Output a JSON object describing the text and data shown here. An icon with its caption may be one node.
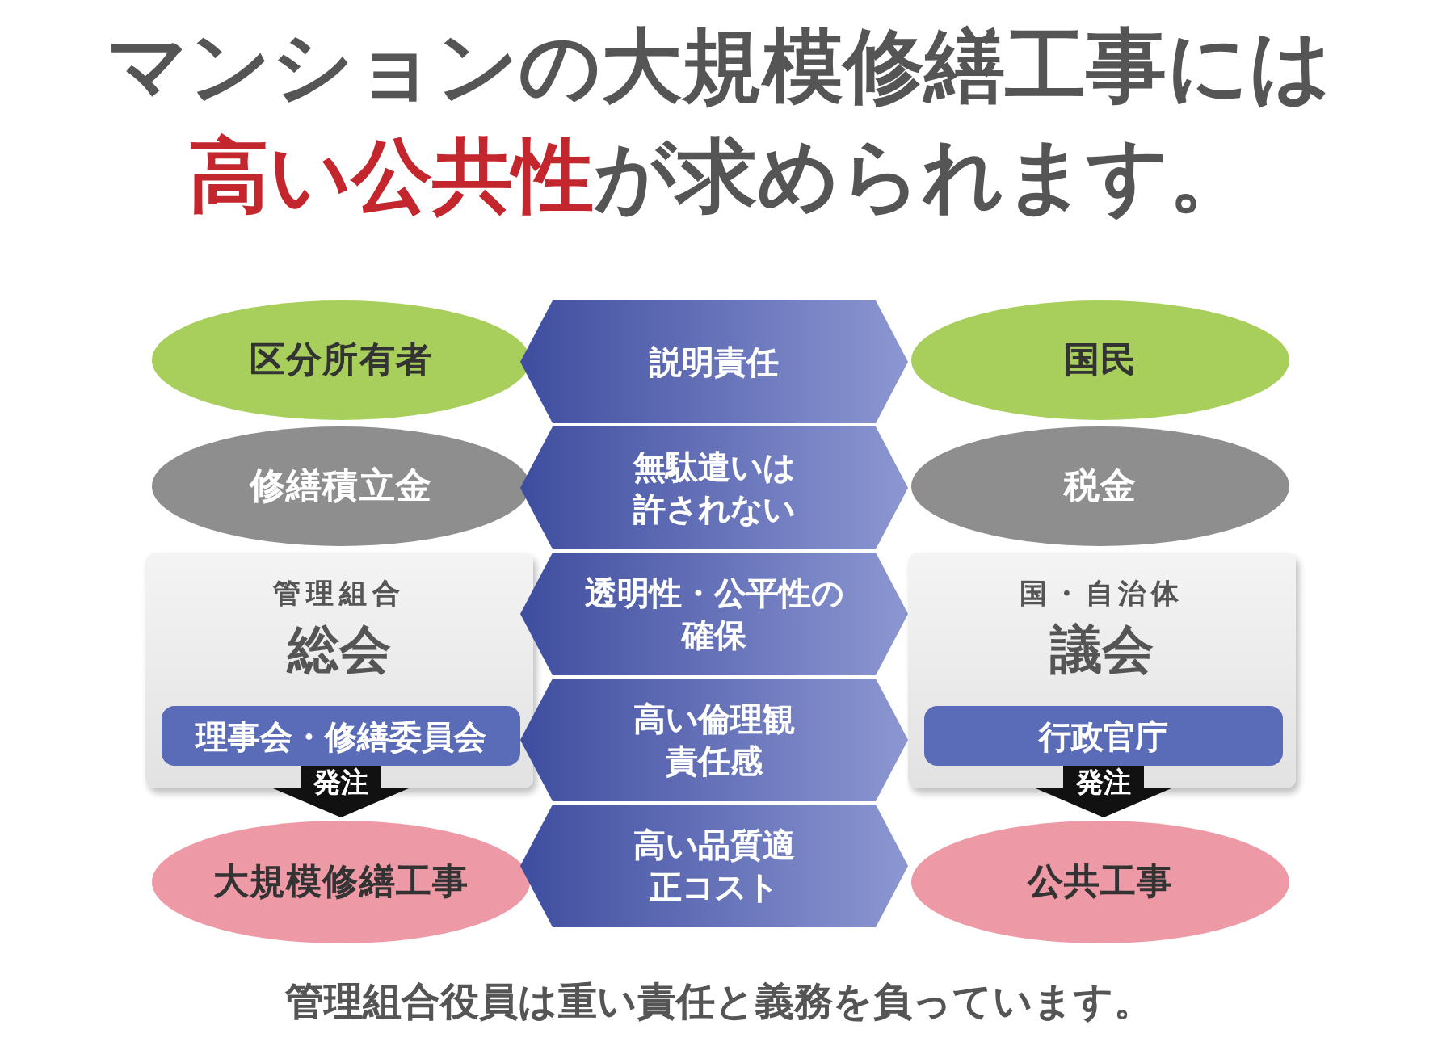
{
  "diagram": {
    "title": "マンションの大規模修繕工事には**高い公共性**が求められます。",
    "caption": "管理組合役員は重い責任と義務を負っています。",
    "nodes": [
      {
        "text": [
          "区分所有者"
        ]
      },
      {
        "text": [
          "説明責任"
        ]
      },
      {
        "text": [
          "国民"
        ]
      },
      {
        "text": [
          "修繕積立金"
        ]
      },
      {
        "text": [
          "無駄遣いは許されない"
        ]
      },
      {
        "text": [
          "税金"
        ]
      },
      {
        "text": [
          "管理組合",
          "総会"
        ]
      },
      {
        "text": [
          "理事会・修繕委員会"
        ],
        "in": 6
      },
      {
        "text": [
          "透明性・公平性の確保"
        ]
      },
      {
        "text": [
          "国・自治体",
          "議会"
        ]
      },
      {
        "text": [
          "行政官庁"
        ],
        "in": 9
      },
      {
        "text": [
          "高い倫理観責任感"
        ]
      },
      {
        "text": [
          "大規模修繕工事"
        ]
      },
      {
        "text": [
          "高い品質適正コスト"
        ]
      },
      {
        "text": [
          "公共工事"
        ]
      }
    ],
    "edges": [
      {
        "from": 7,
        "to": 12,
        "arrow": "to",
        "label": "発注"
      },
      {
        "from": 10,
        "to": 14,
        "arrow": "to",
        "label": "発注"
      }
    ]
  }
}
